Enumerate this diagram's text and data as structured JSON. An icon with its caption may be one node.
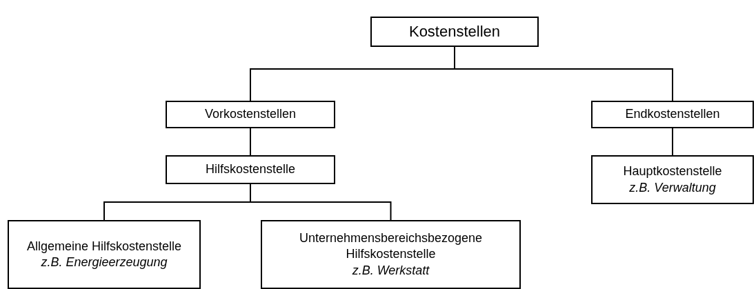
{
  "diagram": {
    "nodes": [
      {
        "text": [
          "Kostenstellen"
        ]
      },
      {
        "text": [
          "Vorkostenstellen"
        ]
      },
      {
        "text": [
          "Endkostenstellen"
        ]
      },
      {
        "text": [
          "Hilfskostenstelle"
        ]
      },
      {
        "text": [
          "Hauptkostenstelle",
          "z.B. Verwaltung"
        ]
      },
      {
        "text": [
          "Allgemeine Hilfskostenstelle",
          "z.B. Energieerzeugung"
        ]
      },
      {
        "text": [
          "Unternehmensbereichsbezogene Hilfskostenstelle",
          "z.B. Werkstatt"
        ]
      }
    ],
    "edges": [
      {
        "from": 0,
        "to": 1,
        "arrow": "none"
      },
      {
        "from": 0,
        "to": 2,
        "arrow": "none"
      },
      {
        "from": 1,
        "to": 3,
        "arrow": "none"
      },
      {
        "from": 2,
        "to": 4,
        "arrow": "none"
      },
      {
        "from": 3,
        "to": 5,
        "arrow": "none"
      },
      {
        "from": 3,
        "to": 6,
        "arrow": "none"
      }
    ]
  }
}
